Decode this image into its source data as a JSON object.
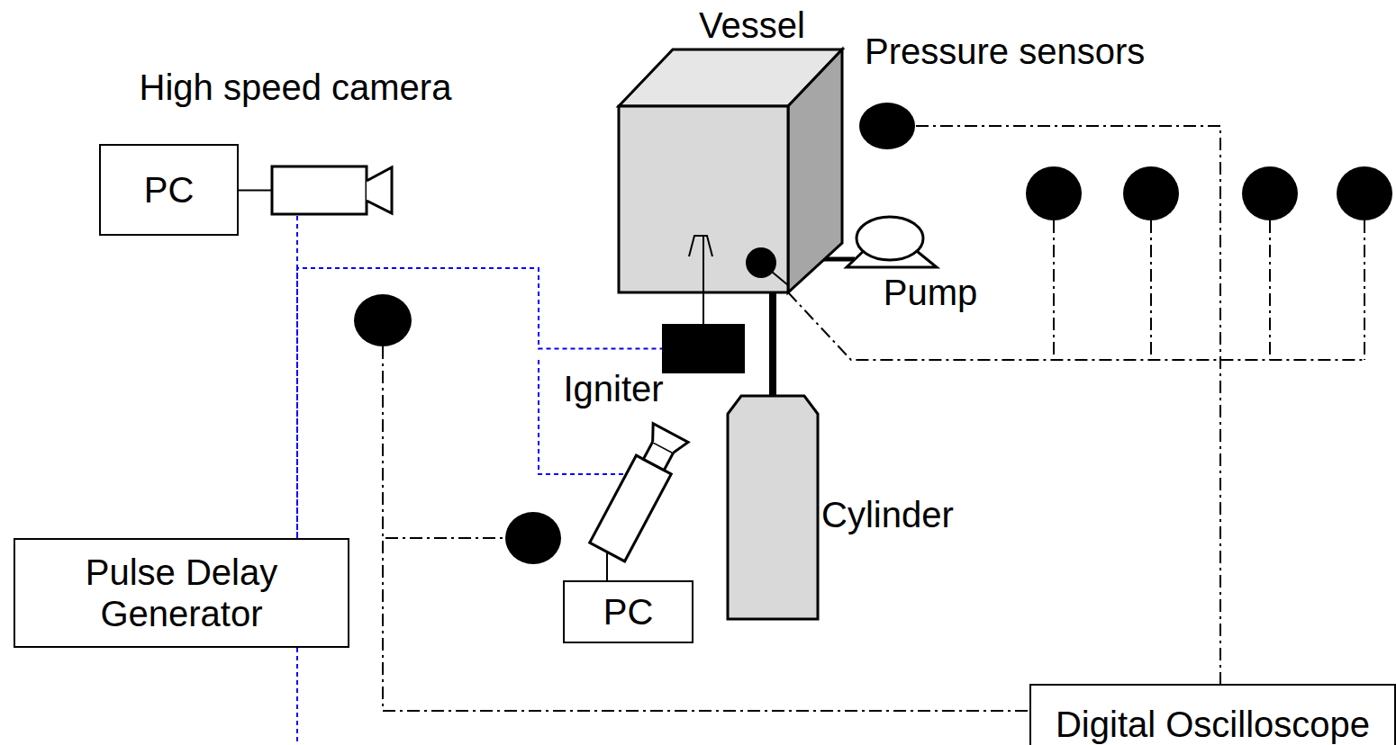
{
  "diagram": {
    "nodes": [
      {
        "text": [
          "Vessel"
        ]
      },
      {
        "text": [
          "High speed camera"
        ]
      },
      {
        "text": [
          "PC"
        ]
      },
      {
        "text": [
          "Pulse Delay Generator"
        ]
      },
      {
        "text": [
          "Igniter"
        ]
      },
      {
        "text": [
          "Pump"
        ]
      },
      {
        "text": [
          "Cylinder"
        ]
      },
      {
        "text": [
          "PC"
        ]
      },
      {
        "text": [
          "Digital Oscilloscope"
        ]
      }
    ],
    "edges": [
      {
        "from": 2,
        "to": 1,
        "arrow": "none"
      },
      {
        "from": 1,
        "to": 3,
        "arrow": "none"
      },
      {
        "from": 3,
        "to": 4,
        "arrow": "none"
      },
      {
        "from": 6,
        "to": 0,
        "arrow": "none"
      },
      {
        "from": 5,
        "to": 0,
        "arrow": "none"
      }
    ],
    "labels": [
      "Pressure sensors"
    ]
  }
}
